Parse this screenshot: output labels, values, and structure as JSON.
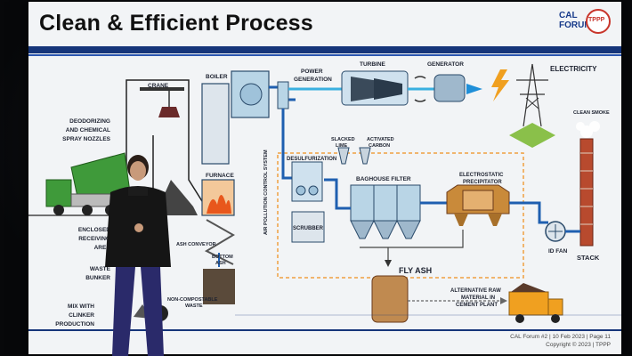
{
  "slide": {
    "title": "Clean & Efficient Process",
    "logo_text": "CAL FORUM",
    "logo_badge": "TPPP",
    "footer_line1": "CAL Forum #2 | 10 Feb 2023 | Page 11",
    "footer_line2": "Copyright © 2023 | TPPP"
  },
  "labels": {
    "crane": "CRANE",
    "boiler": "BOILER",
    "power_generation_1": "POWER",
    "power_generation_2": "GENERATION",
    "turbine": "TURBINE",
    "generator": "GENERATOR",
    "electricity": "ELECTRICITY",
    "clean_smoke": "CLEAN SMOKE",
    "deodorizing_1": "DEODORIZING",
    "deodorizing_2": "AND CHEMICAL",
    "deodorizing_3": "SPRAY NOZZLES",
    "slacked_lime_1": "SLACKED",
    "slacked_lime_2": "LIME",
    "activated_carbon_1": "ACTIVATED",
    "activated_carbon_2": "CARBON",
    "desulfurization": "DESULFURIZATION",
    "baghouse_filter": "BAGHOUSE FILTER",
    "electrostatic_1": "ELECTROSTATIC",
    "electrostatic_2": "PRECIPITATOR",
    "furnace": "FURNACE",
    "air_pollution": "AIR POLLUTION CONTROL SYSTEM",
    "scrubber": "SCRUBBER",
    "enclosed_1": "ENCLOSED",
    "enclosed_2": "RECEIVING",
    "enclosed_3": "AREA",
    "ash_conveyor": "ASH CONVEYOR",
    "bottom_ash_1": "BOTTOM",
    "bottom_ash_2": "ASH",
    "waste_bunker_1": "WASTE",
    "waste_bunker_2": "BUNKER",
    "id_fan": "ID FAN",
    "stack": "STACK",
    "fly_ash": "FLY ASH",
    "non_compostable_1": "NON-COMPOSTABLE",
    "non_compostable_2": "WASTE",
    "mix_clinker_1": "MIX WITH",
    "mix_clinker_2": "CLINKER",
    "mix_clinker_3": "PRODUCTION",
    "alt_raw_1": "ALTERNATIVE RAW",
    "alt_raw_2": "MATERIAL IN",
    "alt_raw_3": "CEMENT PLANT"
  },
  "colors": {
    "slide_bg": "#f2f4f6",
    "brand_blue": "#16357a",
    "flow_blue": "#1f5fb0",
    "equipment_fill": "#b9d5e6",
    "equipment_stroke": "#2a4a6a",
    "fire": "#e8571c",
    "truck_green": "#3f9a3a",
    "stack_brick": "#b84a2e",
    "dashed_orange": "#f0a040"
  }
}
